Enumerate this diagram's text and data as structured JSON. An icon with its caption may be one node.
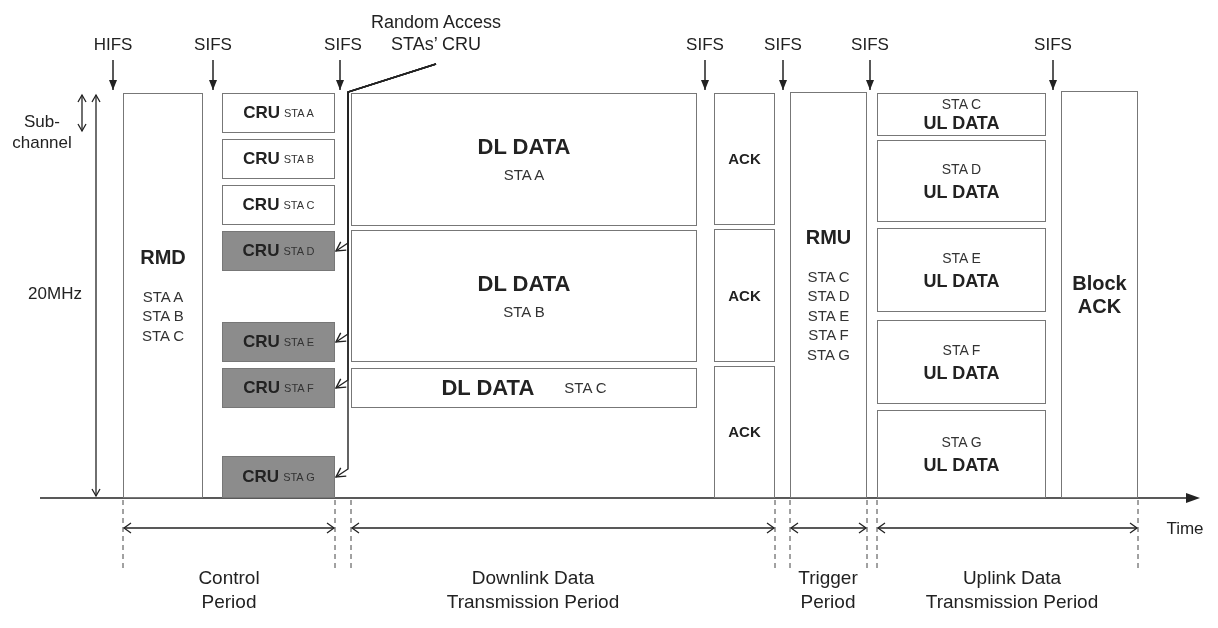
{
  "diagram": {
    "nodes": [
      {
        "text": [
          "RMD",
          "STA A STA B STA C"
        ]
      },
      {
        "text": [
          "CRU",
          "STA A"
        ]
      },
      {
        "text": [
          "CRU",
          "STA B"
        ]
      },
      {
        "text": [
          "CRU",
          "STA C"
        ]
      },
      {
        "text": [
          "CRU",
          "STA D"
        ]
      },
      {
        "text": [
          "CRU",
          "STA E"
        ]
      },
      {
        "text": [
          "CRU",
          "STA F"
        ]
      },
      {
        "text": [
          "CRU",
          "STA G"
        ]
      },
      {
        "text": [
          "DL DATA",
          "STA A"
        ]
      },
      {
        "text": [
          "DL DATA",
          "STA B"
        ]
      },
      {
        "text": [
          "DL DATA",
          "STA C"
        ]
      },
      {
        "text": [
          "ACK"
        ]
      },
      {
        "text": [
          "ACK"
        ]
      },
      {
        "text": [
          "ACK"
        ]
      },
      {
        "text": [
          "RMU",
          "STA C STA D STA E STA F STA G"
        ]
      },
      {
        "text": [
          "STA C",
          "UL DATA"
        ]
      },
      {
        "text": [
          "STA D",
          "UL DATA"
        ]
      },
      {
        "text": [
          "STA E",
          "UL DATA"
        ]
      },
      {
        "text": [
          "STA F",
          "UL DATA"
        ]
      },
      {
        "text": [
          "STA G",
          "UL DATA"
        ]
      },
      {
        "text": [
          "Block ACK"
        ]
      },
      {
        "text": [
          "Random Access STAs’ CRU"
        ]
      }
    ],
    "edges": [
      {
        "from": 21,
        "to": 4,
        "arrow": "to"
      },
      {
        "from": 21,
        "to": 5,
        "arrow": "to"
      },
      {
        "from": 21,
        "to": 6,
        "arrow": "to"
      },
      {
        "from": 21,
        "to": 7,
        "arrow": "to"
      }
    ],
    "labels": [
      "HIFS",
      "SIFS",
      "SIFS",
      "SIFS",
      "SIFS",
      "SIFS",
      "SIFS",
      "Sub- channel",
      "20MHz",
      "Time",
      "Control Period",
      "Downlink Data Transmission Period",
      "Trigger Period",
      "Uplink Data Transmission Period"
    ]
  }
}
